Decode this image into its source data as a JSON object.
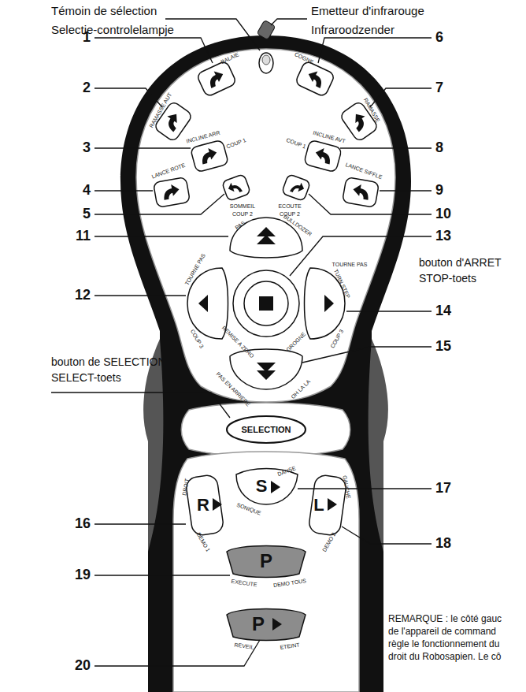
{
  "diagram": {
    "nodes": [
      {
        "text": [
          "SELECTION"
        ]
      },
      {
        "text": [
          "R"
        ]
      },
      {
        "text": [
          "S"
        ]
      },
      {
        "text": [
          "L"
        ]
      },
      {
        "text": [
          "P"
        ]
      },
      {
        "text": [
          "P"
        ]
      }
    ],
    "labels": [
      "Témoin de sélection",
      "Selectie-controlelampje",
      "Emetteur d'infrarouge",
      "Infraroodzender",
      "1",
      "2",
      "3",
      "4",
      "5",
      "11",
      "12",
      "16",
      "19",
      "20",
      "6",
      "7",
      "8",
      "9",
      "10",
      "13",
      "14",
      "15",
      "17",
      "18",
      "bouton d'ARRET",
      "STOP-toets",
      "bouton de SELECTION",
      "SELECT-toets",
      "BALAIE",
      "RAMASSE AUT",
      "INCLINE ARR",
      "COUP 1",
      "LANCE ROTE",
      "SOMMEIL",
      "COUP 2",
      "COGNE",
      "RAMASSE",
      "INCLINE AVT",
      "COUP 1",
      "LANCE SIFFLE",
      "ECOUTE",
      "COUP 2",
      "PAS",
      "BULLDOZER",
      "TOURNE PAS",
      "COUP 3",
      "REMISE A ZERO",
      "GROGNE",
      "TOURNE PAS",
      "TURN STEP",
      "COUP 3",
      "PAS EN ARRIERE",
      "OH LA LA",
      "DROIT",
      "DEMO 1",
      "SONIQUE",
      "DANSE",
      "GAUCHE",
      "DEMO 2",
      "EXECUTE",
      "DEMO TOUS",
      "REVEIL",
      "ETEINT",
      "REMARQUE : le côté gauc",
      "de l'appareil de command",
      "règle le fonctionnement du",
      "droit du Robosapien. Le cô"
    ]
  }
}
